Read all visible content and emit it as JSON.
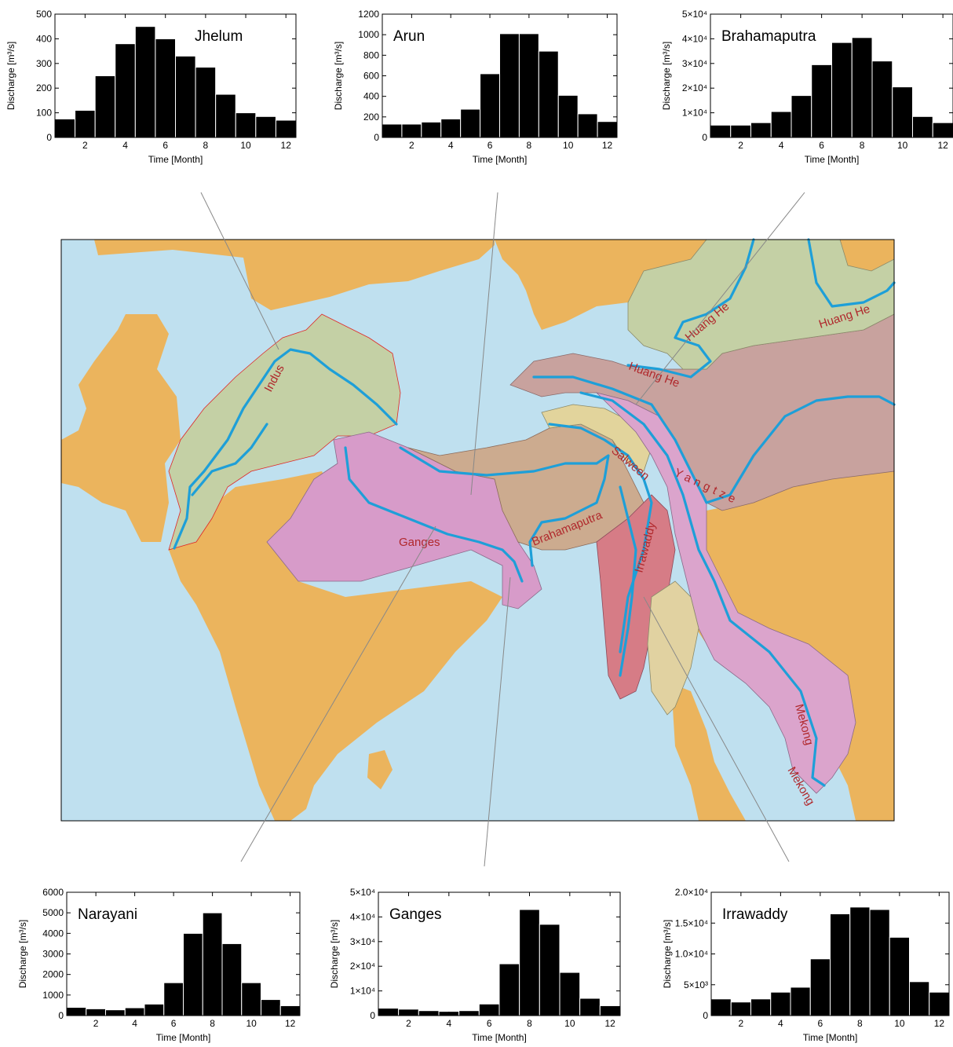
{
  "figure": {
    "colors": {
      "sea": "#bfe0ef",
      "land": "#ebb45d",
      "river": "#1e9fd8",
      "border": "#e02626",
      "river_label": "#b0282c",
      "bar": "#000000",
      "basin_green": "#c4d0a5",
      "basin_pink": "#d79bc9",
      "basin_brown": "#c8a29e",
      "basin_tan": "#ccab8f",
      "basin_red": "#d67c86",
      "basin_lightpink": "#dba4cc",
      "basin_beige": "#e1d2a1",
      "basin_khaki": "#e2d49c"
    }
  },
  "map": {
    "river_labels": [
      "Indus",
      "Ganges",
      "Brahamaputra",
      "Salween",
      "Yangtze",
      "Irrawaddy",
      "Mekong",
      "Mekong",
      "Huang He",
      "Huang He",
      "Huang He"
    ]
  },
  "chart_data": [
    {
      "type": "bar",
      "title": "Jhelum",
      "xlabel": "Time [Month]",
      "ylabel": "Discharge [m³/s]",
      "categories": [
        1,
        2,
        3,
        4,
        5,
        6,
        7,
        8,
        9,
        10,
        11,
        12
      ],
      "values": [
        75,
        110,
        250,
        380,
        450,
        400,
        330,
        285,
        175,
        100,
        85,
        70
      ],
      "ylim": [
        0,
        500
      ],
      "yticks": [
        0,
        100,
        200,
        300,
        400,
        500
      ],
      "ytick_labels": [
        "0",
        "100",
        "200",
        "300",
        "400",
        "500"
      ],
      "xticks": [
        2,
        4,
        6,
        8,
        10,
        12
      ],
      "xtick_labels": [
        "2",
        "4",
        "6",
        "8",
        "10",
        "12"
      ],
      "grid": false
    },
    {
      "type": "bar",
      "title": "Arun",
      "xlabel": "Time [Month]",
      "ylabel": "Discharge [m³/s]",
      "categories": [
        1,
        2,
        3,
        4,
        5,
        6,
        7,
        8,
        9,
        10,
        11,
        12
      ],
      "values": [
        130,
        130,
        150,
        180,
        275,
        620,
        1010,
        1010,
        840,
        410,
        230,
        155
      ],
      "ylim": [
        0,
        1200
      ],
      "yticks": [
        0,
        200,
        400,
        600,
        800,
        1000,
        1200
      ],
      "ytick_labels": [
        "0",
        "200",
        "400",
        "600",
        "800",
        "1000",
        "1200"
      ],
      "xticks": [
        2,
        4,
        6,
        8,
        10,
        12
      ],
      "xtick_labels": [
        "2",
        "4",
        "6",
        "8",
        "10",
        "12"
      ],
      "grid": false
    },
    {
      "type": "bar",
      "title": "Brahamaputra",
      "xlabel": "Time [Month]",
      "ylabel": "Discharge [m³/s]",
      "categories": [
        1,
        2,
        3,
        4,
        5,
        6,
        7,
        8,
        9,
        10,
        11,
        12
      ],
      "values": [
        5000,
        5000,
        6000,
        10500,
        17000,
        29500,
        38500,
        40500,
        31000,
        20500,
        8500,
        6000
      ],
      "ylim": [
        0,
        50000
      ],
      "yticks": [
        0,
        10000,
        20000,
        30000,
        40000,
        50000
      ],
      "ytick_labels": [
        "0",
        "1×10⁴",
        "2×10⁴",
        "3×10⁴",
        "4×10⁴",
        "5×10⁴"
      ],
      "xticks": [
        2,
        4,
        6,
        8,
        10,
        12
      ],
      "xtick_labels": [
        "2",
        "4",
        "6",
        "8",
        "10",
        "12"
      ],
      "grid": false
    },
    {
      "type": "bar",
      "title": "Narayani",
      "xlabel": "Time [Month]",
      "ylabel": "Discharge [m³/s]",
      "categories": [
        1,
        2,
        3,
        4,
        5,
        6,
        7,
        8,
        9,
        10,
        11,
        12
      ],
      "values": [
        400,
        330,
        280,
        380,
        560,
        1600,
        4000,
        5000,
        3500,
        1600,
        780,
        480
      ],
      "ylim": [
        0,
        6000
      ],
      "yticks": [
        0,
        1000,
        2000,
        3000,
        4000,
        5000,
        6000
      ],
      "ytick_labels": [
        "0",
        "1000",
        "2000",
        "3000",
        "4000",
        "5000",
        "6000"
      ],
      "xticks": [
        2,
        4,
        6,
        8,
        10,
        12
      ],
      "xtick_labels": [
        "2",
        "4",
        "6",
        "8",
        "10",
        "12"
      ],
      "grid": false
    },
    {
      "type": "bar",
      "title": "Ganges",
      "xlabel": "Time [Month]",
      "ylabel": "Discharge [m³/s]",
      "categories": [
        1,
        2,
        3,
        4,
        5,
        6,
        7,
        8,
        9,
        10,
        11,
        12
      ],
      "values": [
        3000,
        2600,
        2000,
        1700,
        2000,
        4700,
        21000,
        43000,
        37000,
        17500,
        7000,
        4000
      ],
      "ylim": [
        0,
        50000
      ],
      "yticks": [
        0,
        10000,
        20000,
        30000,
        40000,
        50000
      ],
      "ytick_labels": [
        "0",
        "1×10⁴",
        "2×10⁴",
        "3×10⁴",
        "4×10⁴",
        "5×10⁴"
      ],
      "xticks": [
        2,
        4,
        6,
        8,
        10,
        12
      ],
      "xtick_labels": [
        "2",
        "4",
        "6",
        "8",
        "10",
        "12"
      ],
      "grid": false
    },
    {
      "type": "bar",
      "title": "Irrawaddy",
      "xlabel": "Time [Month]",
      "ylabel": "Discharge [m³/s]",
      "categories": [
        1,
        2,
        3,
        4,
        5,
        6,
        7,
        8,
        9,
        10,
        11,
        12
      ],
      "values": [
        2700,
        2200,
        2700,
        3800,
        4600,
        9200,
        16500,
        17600,
        17200,
        12700,
        5500,
        3800
      ],
      "ylim": [
        0,
        20000
      ],
      "yticks": [
        0,
        5000,
        10000,
        15000,
        20000
      ],
      "ytick_labels": [
        "0",
        "5×10³",
        "1.0×10⁴",
        "1.5×10⁴",
        "2.0×10⁴"
      ],
      "xticks": [
        2,
        4,
        6,
        8,
        10,
        12
      ],
      "xtick_labels": [
        "2",
        "4",
        "6",
        "8",
        "10",
        "12"
      ],
      "grid": false
    }
  ]
}
